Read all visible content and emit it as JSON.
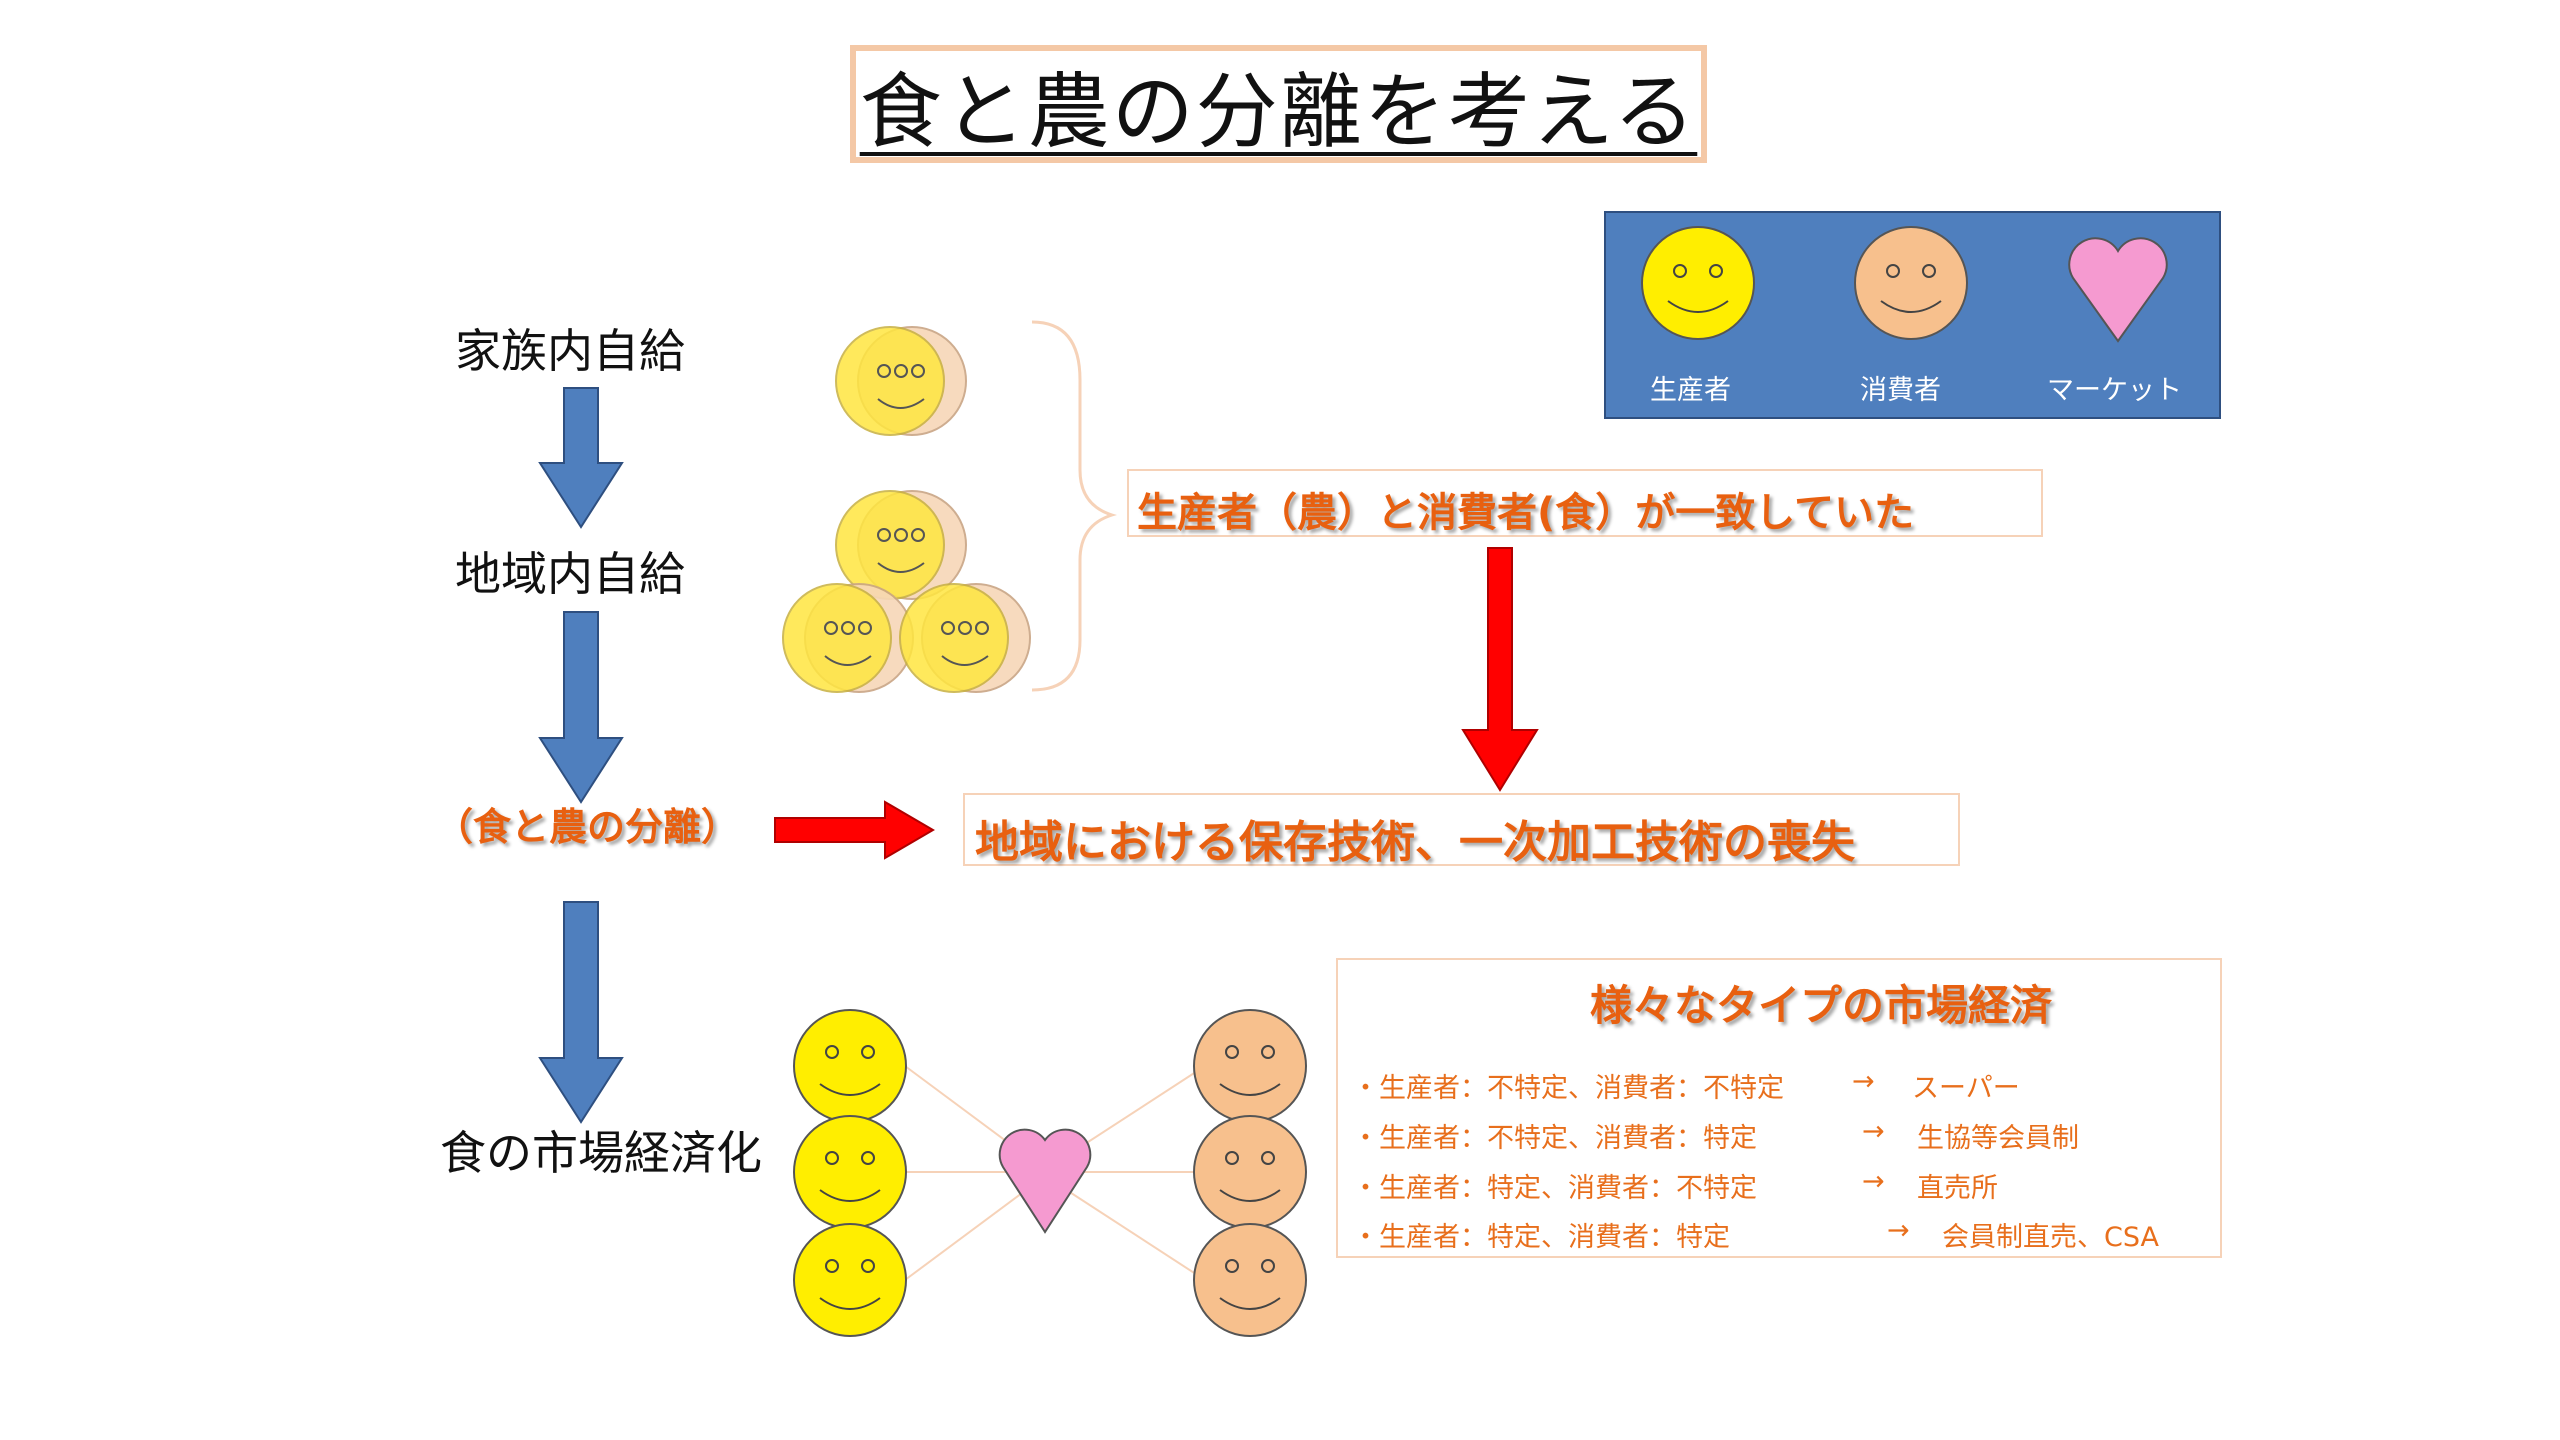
{
  "title": "食と農の分離を考える",
  "legend": {
    "producer": "生産者",
    "consumer": "消費者",
    "market": "マーケット"
  },
  "stages": {
    "family": "家族内自給",
    "regional": "地域内自給",
    "separation": "（食と農の分離）",
    "market_economy": "食の市場経済化"
  },
  "callouts": {
    "match": "生産者（農）と消費者(食）が一致していた",
    "loss": "地域における保存技術、一次加工技術の喪失"
  },
  "market_types": {
    "heading": "様々なタイプの市場経済",
    "items": [
      {
        "text": "・生産者：不特定、消費者：不特定",
        "arrow": "→",
        "result": "スーパー"
      },
      {
        "text": "・生産者：不特定、消費者：特定",
        "arrow": "→",
        "result": "生協等会員制"
      },
      {
        "text": "・生産者：特定、消費者：不特定",
        "arrow": "→",
        "result": "直売所"
      },
      {
        "text": "・生産者：特定、消費者：特定",
        "arrow": "→",
        "result": "会員制直売、CSA"
      }
    ]
  },
  "colors": {
    "producer": "#ffee00",
    "consumer": "#f7c08d",
    "market": "#f59ad0",
    "accent_orange": "#e86010",
    "flow_blue": "#4f7fbe",
    "alert_red": "#ff0000"
  }
}
